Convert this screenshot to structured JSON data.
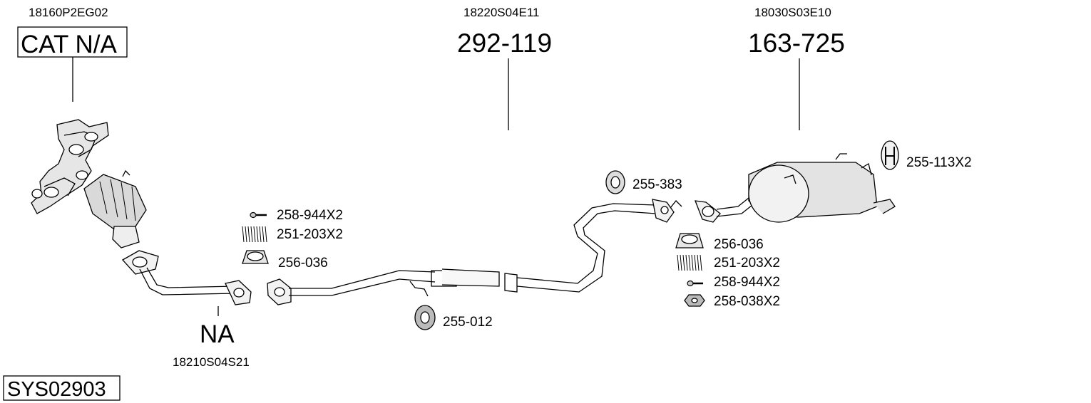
{
  "system_code": "SYS02903",
  "sections": {
    "catalyst": {
      "oem": "18160P2EG02",
      "part": "CAT N/A"
    },
    "front_pipe": {
      "oem": "18210S04S21",
      "part": "NA"
    },
    "middle": {
      "oem": "18220S04E11",
      "part": "292-119"
    },
    "rear": {
      "oem": "18030S03E10",
      "part": "163-725"
    }
  },
  "accessories": {
    "bolt_front": "258-944X2",
    "spring_front": "251-203X2",
    "gasket_front": "256-036",
    "mount_middle": "255-012",
    "mount_rear_pipe": "255-383",
    "mount_rear_hanger": "255-113X2",
    "gasket_rear": "256-036",
    "spring_rear": "251-203X2",
    "bolt_rear": "258-944X2",
    "nut_rear": "258-038X2"
  }
}
